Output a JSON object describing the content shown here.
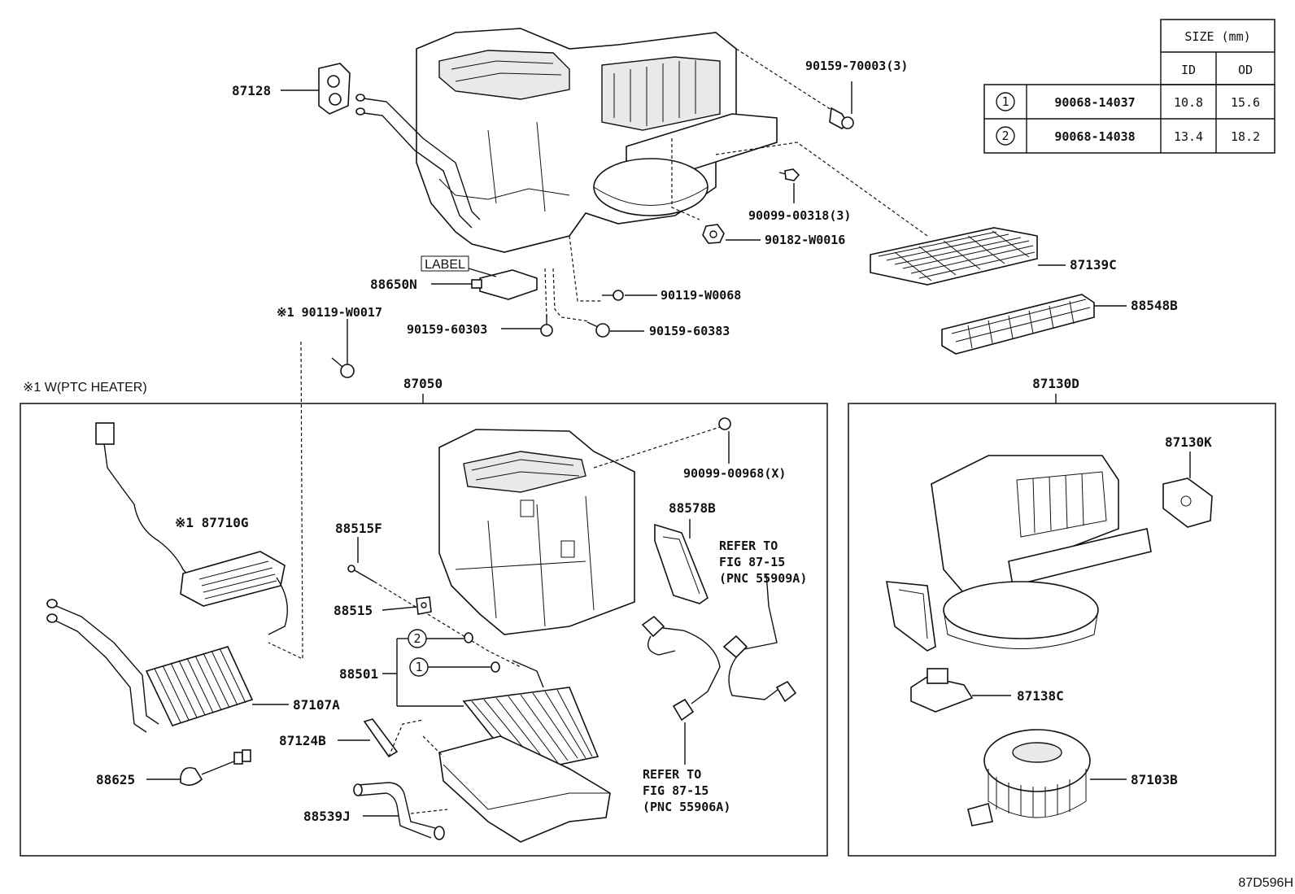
{
  "diagram_code": "87D596H",
  "size_table": {
    "title": "SIZE (mm)",
    "col_id": "ID",
    "col_od": "OD",
    "rows": [
      {
        "no": "1",
        "part": "90068-14037",
        "id": "10.8",
        "od": "15.6"
      },
      {
        "no": "2",
        "part": "90068-14038",
        "id": "13.4",
        "od": "18.2"
      }
    ]
  },
  "note": "※1 W(PTC HEATER)",
  "label_tag": "LABEL",
  "assemblies": {
    "left": "87050",
    "right": "87130D"
  },
  "callouts": {
    "p87128": "87128",
    "p90159_70003": "90159-70003(3)",
    "p90099_00318": "90099-00318(3)",
    "p90182_w0016": "90182-W0016",
    "p87139c": "87139C",
    "p88548b": "88548B",
    "p88650n": "88650N",
    "p90119_w0068": "90119-W0068",
    "p90119_w0017": "※1 90119-W0017",
    "p90159_60303": "90159-60303",
    "p90159_60383": "90159-60383",
    "p87710g": "※1 87710G",
    "p90099_00968": "90099-00968(X)",
    "p88578b": "88578B",
    "p88515f": "88515F",
    "p88515": "88515",
    "p88501": "88501",
    "p87107a": "87107A",
    "p87124b": "87124B",
    "p88625": "88625",
    "p88539j": "88539J",
    "p87130k": "87130K",
    "p87138c": "87138C",
    "p87103b": "87103B",
    "ref_a_1": "REFER TO",
    "ref_a_2": "FIG 87-15",
    "ref_a_3": "(PNC 55909A)",
    "ref_b_1": "REFER TO",
    "ref_b_2": "FIG 87-15",
    "ref_b_3": "(PNC 55906A)"
  },
  "circle_marks": {
    "one": "1",
    "two": "2"
  }
}
